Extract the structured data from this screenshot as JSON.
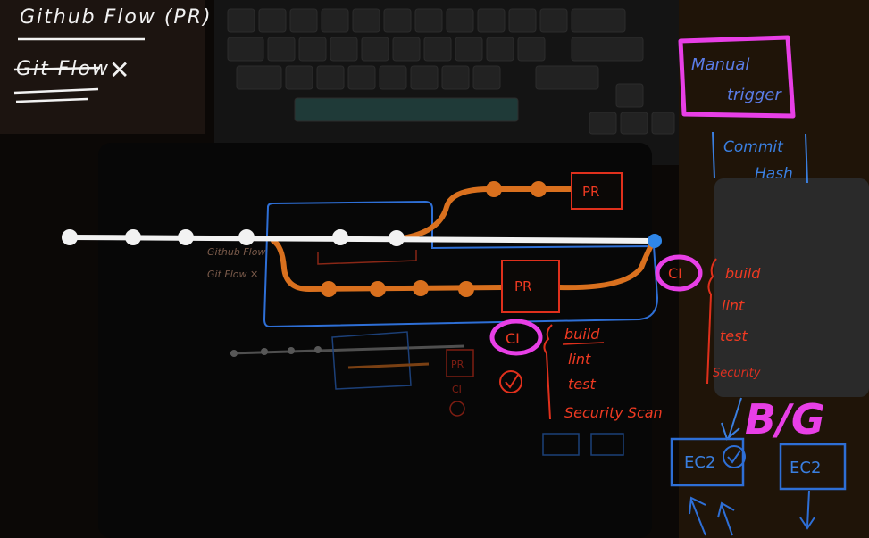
{
  "title_notes": {
    "flow_name": "Github Flow (PR)",
    "struck_flow": "Git Flow",
    "cross_mark": "✕"
  },
  "trigger_box": {
    "label_line1": "Manual",
    "label_line2": "trigger"
  },
  "commit_hash": {
    "line1": "Commit",
    "line2": "Hash"
  },
  "pr_boxes": {
    "top": "PR",
    "bottom": "PR"
  },
  "ci_right": {
    "badge": "CI",
    "steps": [
      "build",
      "lint",
      "test",
      "Security"
    ]
  },
  "ci_center": {
    "badge": "CI",
    "steps": [
      "build",
      "lint",
      "test",
      "Security Scan"
    ]
  },
  "deploy": {
    "strategy": "B/G",
    "instances": [
      "EC2",
      "EC2"
    ]
  },
  "colors": {
    "main_branch": "#f2f2f2",
    "feature_branch": "#d9701e",
    "pr_box": "#e0301c",
    "highlight": "#e83fe6",
    "group_outline": "#2e6fd6",
    "deploy_boxes": "#2e6fd6"
  }
}
